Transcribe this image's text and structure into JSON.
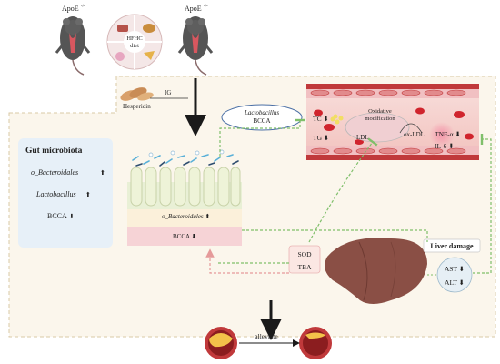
{
  "top": {
    "mouse_left_label": "ApoE",
    "mouse_right_label": "ApoE",
    "genotype_superscript": "-/-",
    "diet_label_line1": "HFHC",
    "diet_label_line2": "diet"
  },
  "treatment": {
    "drug_label": "Hesperidin",
    "route_label": "IG"
  },
  "gut_panel": {
    "title": "Gut microbiota",
    "items": [
      {
        "label": "o_Bacteroidales",
        "arrow": "⬆",
        "italic": true
      },
      {
        "label": "Lactobacillus",
        "arrow": "⬆",
        "italic": true
      },
      {
        "label": "BCCA",
        "arrow": "⬇",
        "italic": false
      }
    ]
  },
  "intestine": {
    "label_bacteroidales": "o_Bacteroidales ⬆",
    "label_bcca": "BCCA ⬇"
  },
  "bubble": {
    "line1": "Lactobacillus",
    "line2": "BCCA"
  },
  "vessel": {
    "tc": "TC ⬇",
    "tg": "TG ⬇",
    "ldl": "LDL",
    "oxidative_line1": "Oxidative",
    "oxidative_line2": "modification",
    "oxldl": "ox-LDL",
    "tnf": "TNF-α ⬇",
    "il6": "IL-6 ⬇"
  },
  "oxidative_box": {
    "sod": "SOD",
    "tba": "TBA"
  },
  "liver": {
    "title": "Liver damage",
    "ast": "AST ⬇",
    "alt": "ALT ⬇"
  },
  "bottom": {
    "alleviate_label": "alleviate"
  },
  "colors": {
    "dashed_region_fill": "#fbf6ec",
    "dashed_region_border": "#d9c9a6",
    "gut_panel_fill": "#e7f0f8",
    "green_line": "#7fbf6a",
    "red_line": "#e59a9a",
    "vessel_wall": "#c0393b",
    "liver": "#8a4f45",
    "black_arrow": "#1a1a1a"
  }
}
